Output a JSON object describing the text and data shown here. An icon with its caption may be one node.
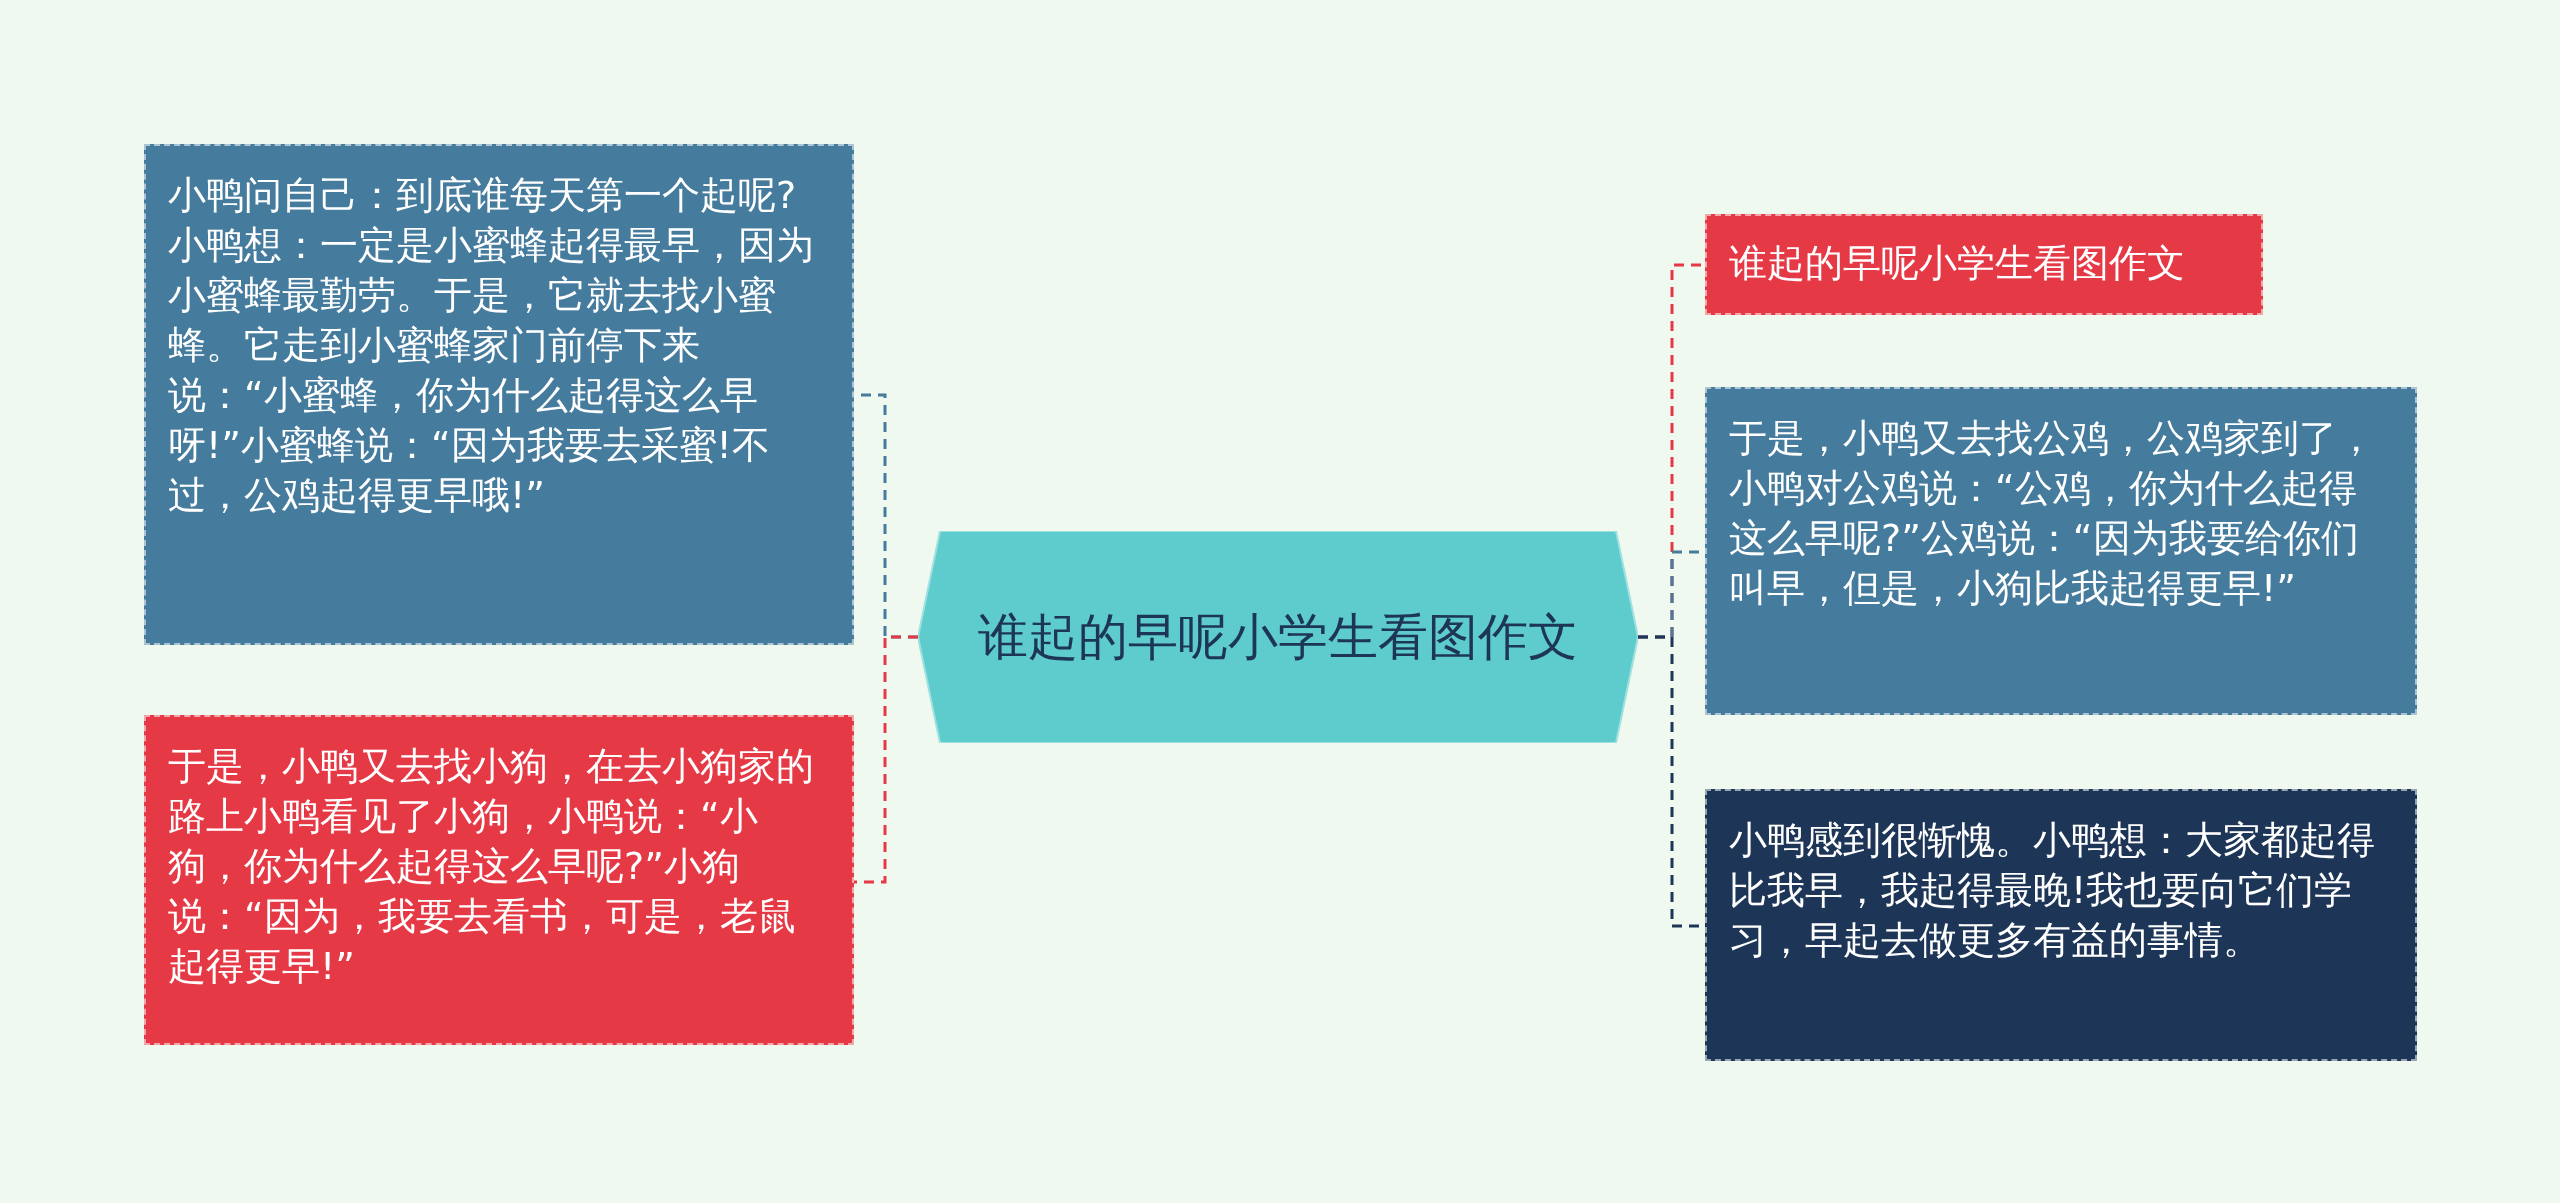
{
  "diagram": {
    "nodes": [
      {
        "text": [
          "谁起的早呢小学生看图作文"
        ]
      },
      {
        "text": [
          "小鸭问自己：到底谁每天第一个起呢?小鸭想：一定是小蜜蜂起得最早，因为小蜜蜂最勤劳。于是，它就去找小蜜蜂。它走到小蜜蜂家门前停下来说：“小蜜蜂，你为什么起得这么早呀!”小蜜蜂说：“因为我要去采蜜!不过，公鸡起得更早哦!”"
        ]
      },
      {
        "text": [
          "于是，小鸭又去找小狗，在去小狗家的路上小鸭看见了小狗，小鸭说：“小狗，你为什么起得这么早呢?”小狗说：“因为，我要去看书，可是，老鼠起得更早!”"
        ]
      },
      {
        "text": [
          "谁起的早呢小学生看图作文"
        ]
      },
      {
        "text": [
          "于是，小鸭又去找公鸡，公鸡家到了，小鸭对公鸡说：“公鸡，你为什么起得这么早呢?”公鸡说：“因为我要给你们叫早，但是，小狗比我起得更早!”"
        ]
      },
      {
        "text": [
          "小鸭感到很惭愧。小鸭想：大家都起得比我早，我起得最晚!我也要向它们学习，早起去做更多有益的事情。"
        ]
      }
    ],
    "edges": [
      {
        "from": 0,
        "to": 1,
        "arrow": "none",
        "style": "dashed",
        "color": "#457b9d"
      },
      {
        "from": 0,
        "to": 2,
        "arrow": "none",
        "style": "dashed",
        "color": "#e63946"
      },
      {
        "from": 0,
        "to": 3,
        "arrow": "none",
        "style": "dashed",
        "color": "#e63946"
      },
      {
        "from": 0,
        "to": 4,
        "arrow": "none",
        "style": "dashed",
        "color": "#457b9d"
      },
      {
        "from": 0,
        "to": 5,
        "arrow": "none",
        "style": "dashed",
        "color": "#1d3557"
      }
    ]
  }
}
